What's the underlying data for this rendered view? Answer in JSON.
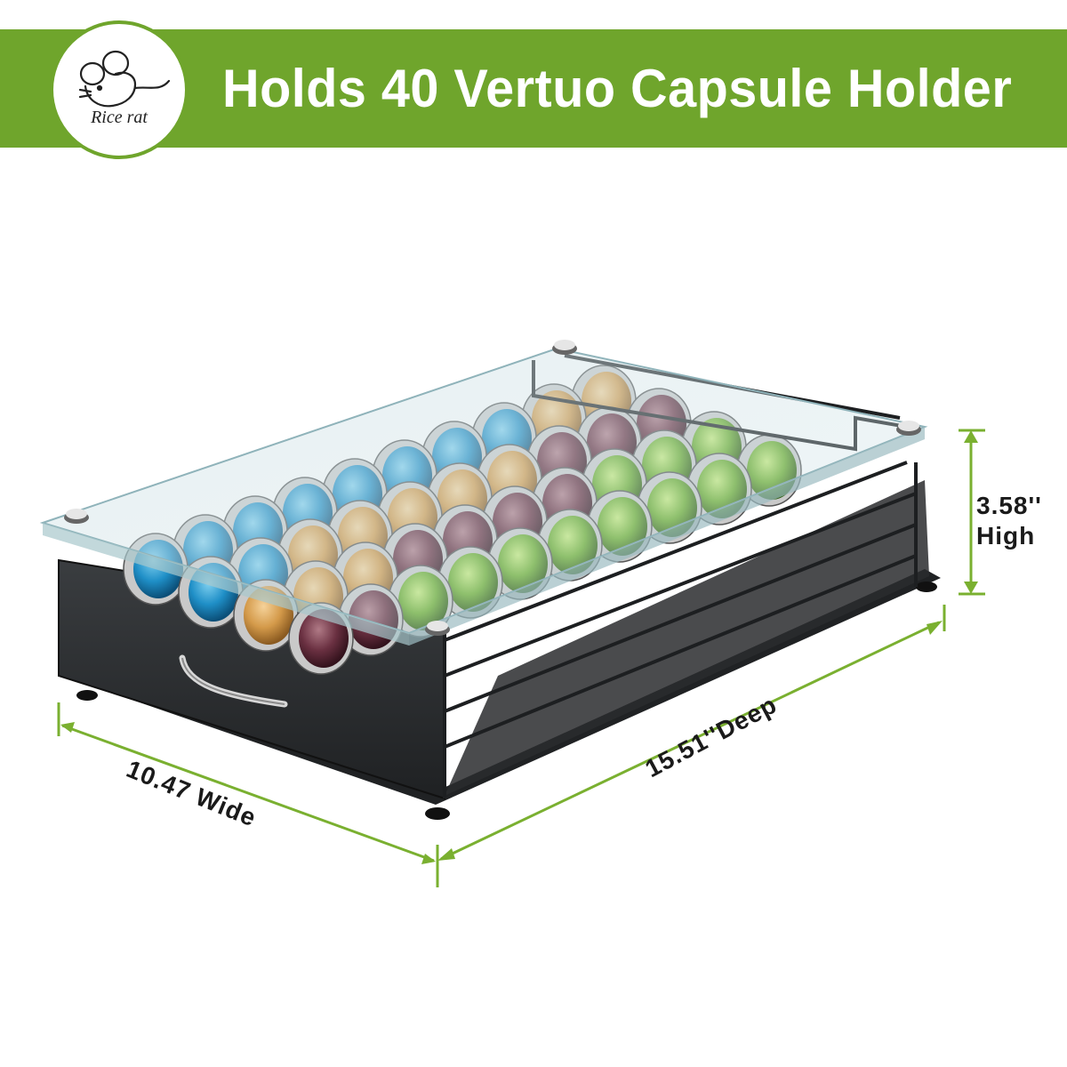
{
  "banner": {
    "title": "Holds 40 Vertuo Capsule Holder",
    "color": "#6fa52c"
  },
  "logo": {
    "text": "Rice rat",
    "icon": "mouse-icon"
  },
  "dimensions": {
    "height_line1": "3.58''",
    "height_line2": "High",
    "depth": "15.51''Deep",
    "width": "10.47 Wide",
    "arrow_color": "#7ab030"
  },
  "capsule_colors": {
    "blue": "#1f8fc7",
    "gold": "#d49a4a",
    "plum": "#6a3041",
    "green": "#6cae2c"
  }
}
